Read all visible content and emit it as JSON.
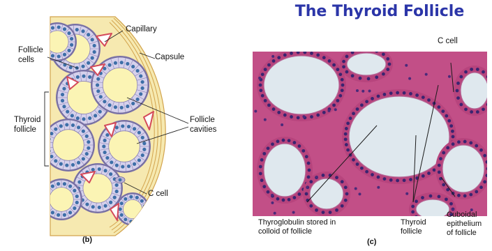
{
  "title": "The Thyroid Follicle",
  "left_panel": {
    "panel_label": "(b)",
    "labels": {
      "capillary": "Capillary",
      "follicle_cells_1": "Follicle",
      "follicle_cells_2": "cells",
      "capsule": "Capsule",
      "thyroid_follicle_1": "Thyroid",
      "thyroid_follicle_2": "follicle",
      "follicle_cavities_1": "Follicle",
      "follicle_cavities_2": "cavities",
      "c_cell": "C cell"
    },
    "colors": {
      "colloid": "#fbf4b4",
      "cell": "#d6d1ec",
      "nucleus": "#3e6fa8",
      "capillary": "#d44a5a",
      "capsule": "#d2a34c"
    }
  },
  "right_panel": {
    "panel_label": "(c)",
    "labels": {
      "c_cell": "C cell",
      "thyroglobulin_1": "Thyroglobulin stored in",
      "thyroglobulin_2": "colloid of follicle",
      "thyroid_follicle_1": "Thyroid",
      "thyroid_follicle_2": "follicle",
      "cuboidal_1": "Cuboidal",
      "cuboidal_2": "epithelium",
      "cuboidal_3": "of follicle"
    },
    "colors": {
      "stroma": "#c24f87",
      "colloid": "#dfe8ee",
      "nucleus": "#3a2470"
    }
  }
}
